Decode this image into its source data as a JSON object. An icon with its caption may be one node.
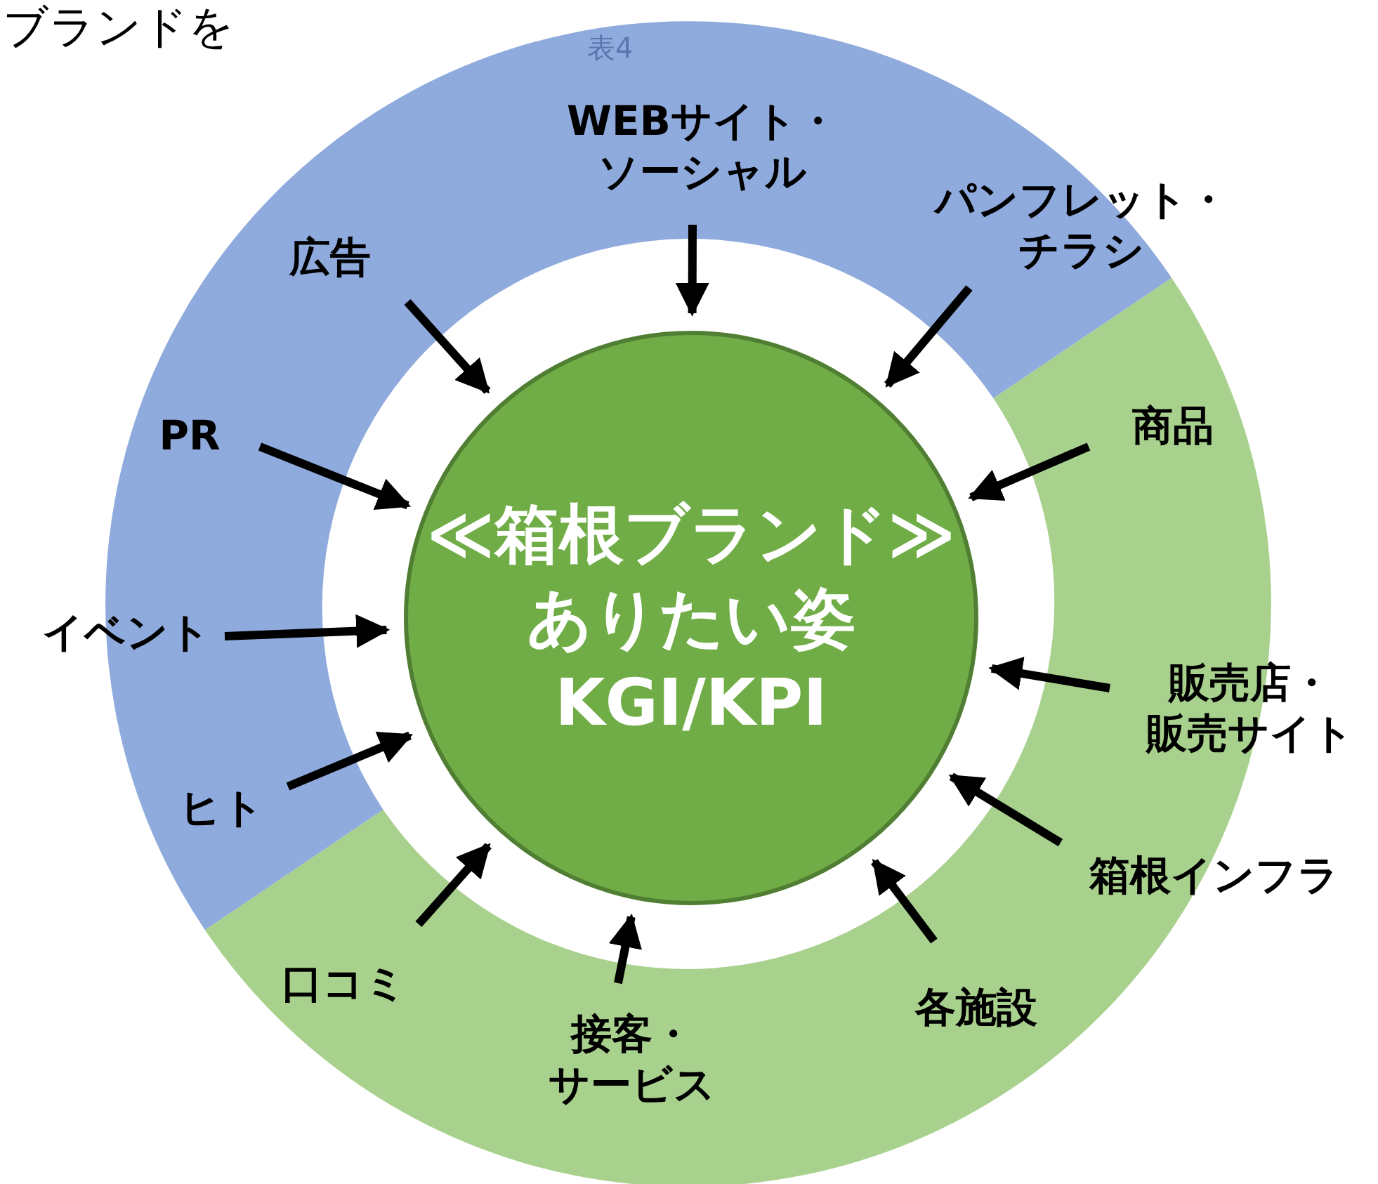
{
  "diagram": {
    "nodes": [
      {
        "text": [
          "≪箱根ブランド≫",
          "ありたい姿",
          "KGI/KPI"
        ]
      },
      {
        "text": [
          "WEBサイト・ソーシャル"
        ]
      },
      {
        "text": [
          "パンフレット・チラシ"
        ]
      },
      {
        "text": [
          "広告"
        ]
      },
      {
        "text": [
          "商品"
        ]
      },
      {
        "text": [
          "PR"
        ]
      },
      {
        "text": [
          "イベント"
        ]
      },
      {
        "text": [
          "販売店・販売サイト"
        ]
      },
      {
        "text": [
          "ヒト"
        ]
      },
      {
        "text": [
          "箱根インフラ"
        ]
      },
      {
        "text": [
          "口コミ"
        ]
      },
      {
        "text": [
          "各施設"
        ]
      },
      {
        "text": [
          "接客・サービス"
        ]
      }
    ],
    "edges": [
      {
        "from": 1,
        "to": 0,
        "arrow": "to"
      },
      {
        "from": 2,
        "to": 0,
        "arrow": "to"
      },
      {
        "from": 3,
        "to": 0,
        "arrow": "to"
      },
      {
        "from": 4,
        "to": 0,
        "arrow": "to"
      },
      {
        "from": 5,
        "to": 0,
        "arrow": "to"
      },
      {
        "from": 6,
        "to": 0,
        "arrow": "to"
      },
      {
        "from": 7,
        "to": 0,
        "arrow": "to"
      },
      {
        "from": 8,
        "to": 0,
        "arrow": "to"
      },
      {
        "from": 9,
        "to": 0,
        "arrow": "to"
      },
      {
        "from": 10,
        "to": 0,
        "arrow": "to"
      },
      {
        "from": 11,
        "to": 0,
        "arrow": "to"
      },
      {
        "from": 12,
        "to": 0,
        "arrow": "to"
      }
    ],
    "labels": [
      "ブランドを",
      "表4"
    ]
  }
}
